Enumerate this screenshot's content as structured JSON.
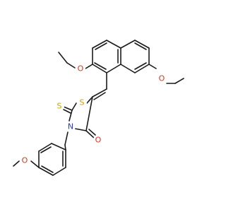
{
  "molecule": {
    "atoms": {
      "o_upper": {
        "symbol": "O",
        "color": "#e4301e"
      },
      "o_right": {
        "symbol": "O",
        "color": "#e4301e"
      },
      "s_ring": {
        "symbol": "S",
        "color": "#c9a400"
      },
      "s_thione": {
        "symbol": "S",
        "color": "#c9a400"
      },
      "n_ring": {
        "symbol": "N",
        "color": "#2339d8"
      },
      "o_carbonyl": {
        "symbol": "O",
        "color": "#e4301e"
      },
      "o_methoxy": {
        "symbol": "O",
        "color": "#e4301e"
      }
    },
    "bond_color": "#1a1a1a"
  }
}
